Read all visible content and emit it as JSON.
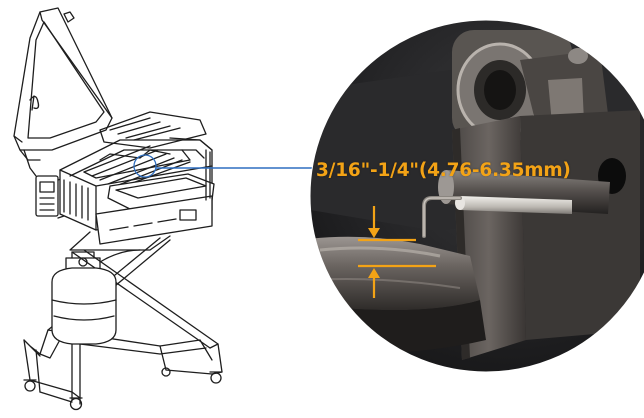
{
  "figure": {
    "gap_measurement": "3/16\"-1/4\"(4.76-6.35mm)"
  },
  "colors": {
    "accent": "#f3a316",
    "callout_line": "#2f6fc0",
    "line_art": "#1e1e1e",
    "photo_dark": "#1b1b1d"
  },
  "parts": [
    "grill-line-drawing",
    "rolling-cart",
    "propane-tank",
    "open-lid",
    "burner-detail-callout",
    "electrode-tip",
    "burner-tube"
  ]
}
